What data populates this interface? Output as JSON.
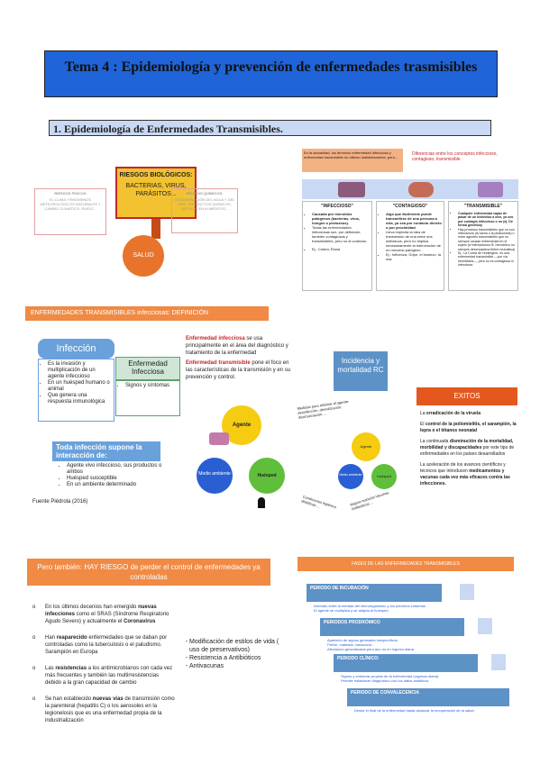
{
  "title": "Tema 4 : Epidemiología y prevención de enfermedades trasmisibles",
  "section1": "1.  Epidemiología de Enfermedades Transmisibles.",
  "riesgos": {
    "bio_title": "RIESGOS BIOLÓGICOS:",
    "bio_body": "BACTERIAS, VIRUS, PARÁSITOS...",
    "fis_title": "RIESGOS FÍSICOS",
    "fis_body": "EL CLIMA: FENÓMENOS METEOROLÓGICOS NATURALES Y CAMBIO CLIMÁTICO, RUIDO...",
    "qui_title": "RIESGOS QUÍMICOS:",
    "qui_body": "CONTAMINACIÓN DEL AGUA Y DEL AIRE, PRODUCTOS QUÍMICOS, ADITIVOS EN ALIMENTOS...",
    "salud": "SALUD"
  },
  "conceptos": {
    "intro": "En la actualidad, los términos enfermedad infecciosa y enfermedad transmisible se utilizan indistintamente, pero...",
    "heading": "Diferencias entre los conceptos infeccioso, contagioso, transmisible",
    "cols": [
      {
        "title": "\"INFECCIOSO\"",
        "items": [
          "Causada por microbios patógenos (bacterias, virus, hongos o protozoos).",
          "Todas las enfermedades infecciosas son, por definición, también contagiosas y transmisibles, pero no al contrario.",
          "Ej.: Cólera, Ébola"
        ]
      },
      {
        "title": "\"CONTAGIOSO\"",
        "items": [
          "Algo que fácilmente puede transmitirse de una persona a otra, ya sea por contacto directo o por proximidad.",
          "Lleva implícita la idea de transmisión de una entre dos individuos, pero no implica necesariamente la intervención de un microbio patógeno.",
          "Ej.: Influenza, Gripe, el bostezo, la risa"
        ]
      },
      {
        "title": "\"TRANSMISIBLE\"",
        "items": [
          "Cualquier enfermedad capaz de pasar de un individuo a otro, ya sea por contagio infeccioso o no (ej. De forma genética)",
          "Hay procesos transmisibles que no son infecciosos (la sarna o la pediculosis) o entre agentes transmisibles que no siempre causan enfermedad en el sujeto (el estreptococo B. hemolítico no siempre desencadena fiebre reumática)",
          "Ej.: La Corea de Huntington, es una enfermedad transmisible —por vía hereditaria—, pero no es contagiosa ni infecciosa."
        ]
      }
    ]
  },
  "definicion": {
    "banner": "ENFERMEDADES TRANSMISIBLES infecciosas: DEFINICIÓN",
    "infeccion": "Infección",
    "inf_items": [
      "Es la invasión y multiplicación de un agente infeccioso",
      "En un huésped humano o animal",
      "Que genera una respuesta inmunológica"
    ],
    "enf_inf": "Enfermedad Infecciosa",
    "enf_inf_items": [
      "Signos y síntomas"
    ],
    "def1_b": "Enfermedad infecciosa",
    "def1": " se usa principalmente en el área del diagnóstico y tratamiento de la enfermedad",
    "def2_b": "Enfermedad transmisible",
    "def2": " pone el foco en las características de la transmisión y en su prevención y control.",
    "toda": "Toda infección supone la interacción de:",
    "toda_items": [
      "Agente vivo infeccioso, sus productos o ambos",
      "Huésped susceptible",
      "En un ambiente determinado"
    ],
    "fuente": "Fuente Piédrola (2016)",
    "triad": [
      "Agente",
      "Huésped",
      "Medio ambiente"
    ]
  },
  "incidencia": {
    "title": "Incidencia y mortalidad RC",
    "medidas": "Medidas para eliminar el agente: desinfección, desratización, desinsectación ...",
    "condiciones": "Condiciones higiénico dietéticas ...",
    "mejora": "Mejora nutrición Vacunas Antibióticos ...",
    "exitos": "EXITOS",
    "exitos_items": [
      {
        "pre": "La ",
        "b": "erradicación de la viruela",
        "post": ""
      },
      {
        "pre": "El ",
        "b": "control de la poliomielitis, el sarampión, la lepra o el tétanos neonatal",
        "post": ""
      },
      {
        "pre": "La continuada ",
        "b": "disminución de la mortalidad, morbilidad y discapacidades",
        "post": " por este tipo de enfermedades en los países desarrollados"
      },
      {
        "pre": "La aceleración de los avances científicos y técnicos que introducen ",
        "b": "medicamentos y vacunas cada vez más eficaces contra las infecciones.",
        "post": ""
      }
    ],
    "triad": [
      "Agente",
      "Medio ambiente",
      "Huésped"
    ]
  },
  "riesgo": {
    "banner": "Pero también: HAY RIESGO de perder el control de enfermedades ya controladas",
    "items": [
      {
        "pre": "En los últimos decenios han emergido ",
        "b": "nuevas infecciones",
        "post": " como el SRAS (Síndrome Respiratorio Agudo Severo) y actualmente el ",
        "b2": "Coronavirus"
      },
      {
        "pre": "Han ",
        "b": "reaparecido",
        "post": " enfermedades que se daban por controladas como la tuberculosis o el paludismo. Sarampión en Europa",
        "b2": ""
      },
      {
        "pre": "Las ",
        "b": "resistencias",
        "post": " a los antimicrobianos con cada vez más frecuentes y también las multirresistencias debido a la gran capacidad de cambio",
        "b2": ""
      },
      {
        "pre": "Se han establecido ",
        "b": "nuevas vías",
        "post": " de transmisión como la parenteral (hepatitis C) o los aerosoles en la legionelosis que es una enfermedad propia de la industrialización",
        "b2": ""
      }
    ],
    "factors": [
      "Modificación de estilos de vida ( uso de preservativos)",
      "Resistencia a Antibióticos",
      "Antivacunas"
    ]
  },
  "fases": {
    "banner": "FASES DE LAS ENFERMEDADES TRANSMISIBLES",
    "steps": [
      {
        "title": "PERIODO DE INCUBACIÓN",
        "items": [
          "Intervalo entre la entrada del microorganismo y los primeros síntomas",
          "El agente se multiplica y se adapta al huésped"
        ]
      },
      {
        "title": "PERIODOS PRODRÓMICO",
        "items": [
          "Aparición de signos generales inespecíficos",
          "Fiebre, malestar, cansancio...",
          "Afectación generalizada pero aun no en ingreso diana"
        ]
      },
      {
        "title": "PERIODO CLÍNICO:",
        "items": [
          "Signos y síntomas propios de la enfermedad (órganos diana)",
          "Permite establecer diagnóstico con los datos analíticos"
        ]
      },
      {
        "title": "PERIODO DE CONVALECENCIA",
        "items": [
          "Desde el final de la enfermedad hasta alcanzar la recuperación de la salud."
        ]
      }
    ]
  }
}
